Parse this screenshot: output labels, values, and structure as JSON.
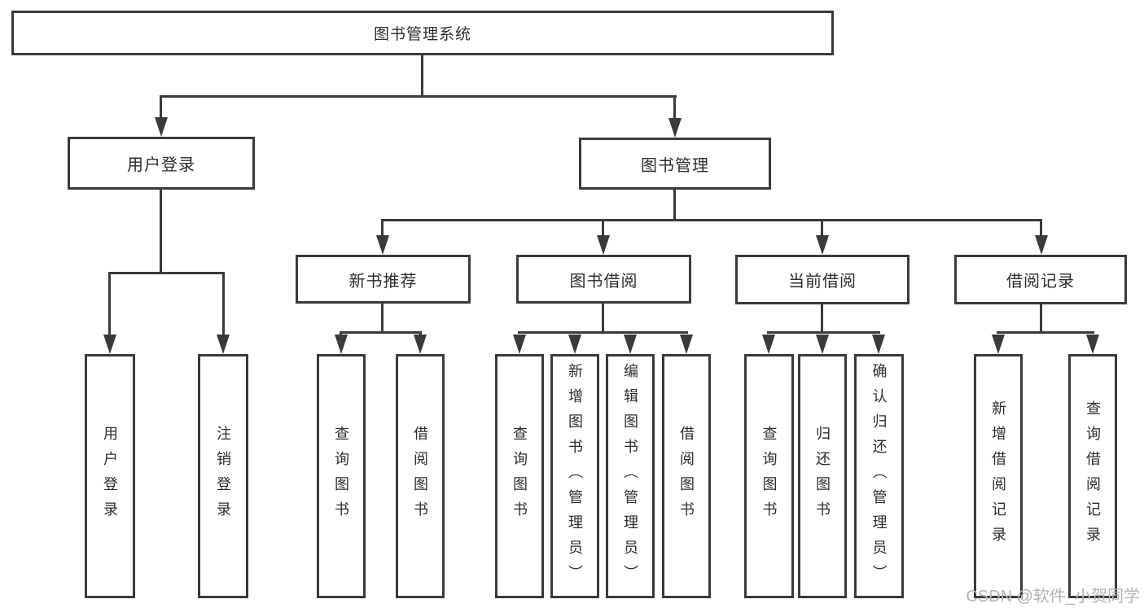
{
  "diagram": {
    "root": {
      "label": "图书管理系统"
    },
    "level2": [
      {
        "label": "用户登录"
      },
      {
        "label": "图书管理"
      }
    ],
    "level3": [
      {
        "label": "新书推荐"
      },
      {
        "label": "图书借阅"
      },
      {
        "label": "当前借阅"
      },
      {
        "label": "借阅记录"
      }
    ],
    "leaves": {
      "user_login": [
        "用户登录",
        "注销登录"
      ],
      "new_book_recommend": [
        "查询图书",
        "借阅图书"
      ],
      "book_borrow": [
        "查询图书",
        "新增图书（管理员）",
        "编辑图书（管理员）",
        "借阅图书"
      ],
      "current_borrow": [
        "查询图书",
        "归还图书",
        "确认归还（管理员）"
      ],
      "borrow_records": [
        "新增借阅记录",
        "查询借阅记录"
      ]
    }
  },
  "watermark": "CSDN @软件_小贺同学",
  "colors": {
    "line": "#3a3a3a",
    "text": "#2d2d2d",
    "background": "#ffffff",
    "watermark": "#b3b3b3"
  }
}
